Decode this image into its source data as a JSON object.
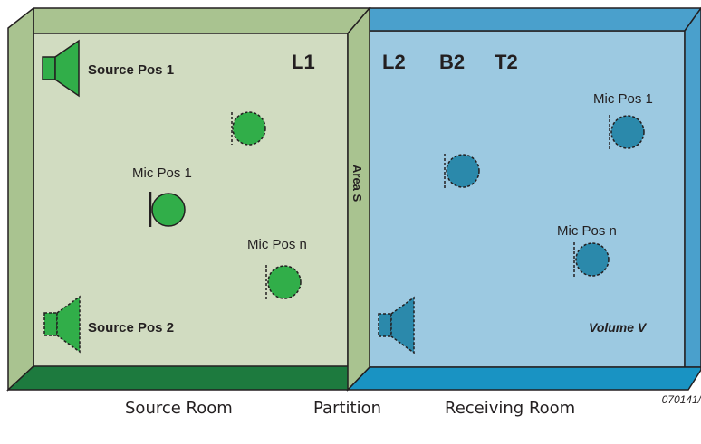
{
  "source_room": {
    "header": "L1",
    "source_pos_1": "Source Pos 1",
    "source_pos_2": "Source Pos 2",
    "mic_pos_1": "Mic Pos 1",
    "mic_pos_n": "Mic Pos n",
    "colors": {
      "wall": "#d1dcc1",
      "side": "#a9c390",
      "floor": "#1d7a3e",
      "speaker": "#31ae49"
    }
  },
  "partition": {
    "area_label": "Area S",
    "color": "#a9c390"
  },
  "receiving_room": {
    "header_l2": "L2",
    "header_b2": "B2",
    "header_t2": "T2",
    "mic_pos_1": "Mic Pos 1",
    "mic_pos_n": "Mic Pos n",
    "volume_label": "Volume V",
    "colors": {
      "wall": "#9cc9e1",
      "side": "#4aa0cc",
      "floor": "#1993c3",
      "speaker": "#2b89ab"
    }
  },
  "figure_id": "070141/",
  "captions": {
    "source": "Source Room",
    "partition": "Partition",
    "receiving": "Receiving Room"
  }
}
